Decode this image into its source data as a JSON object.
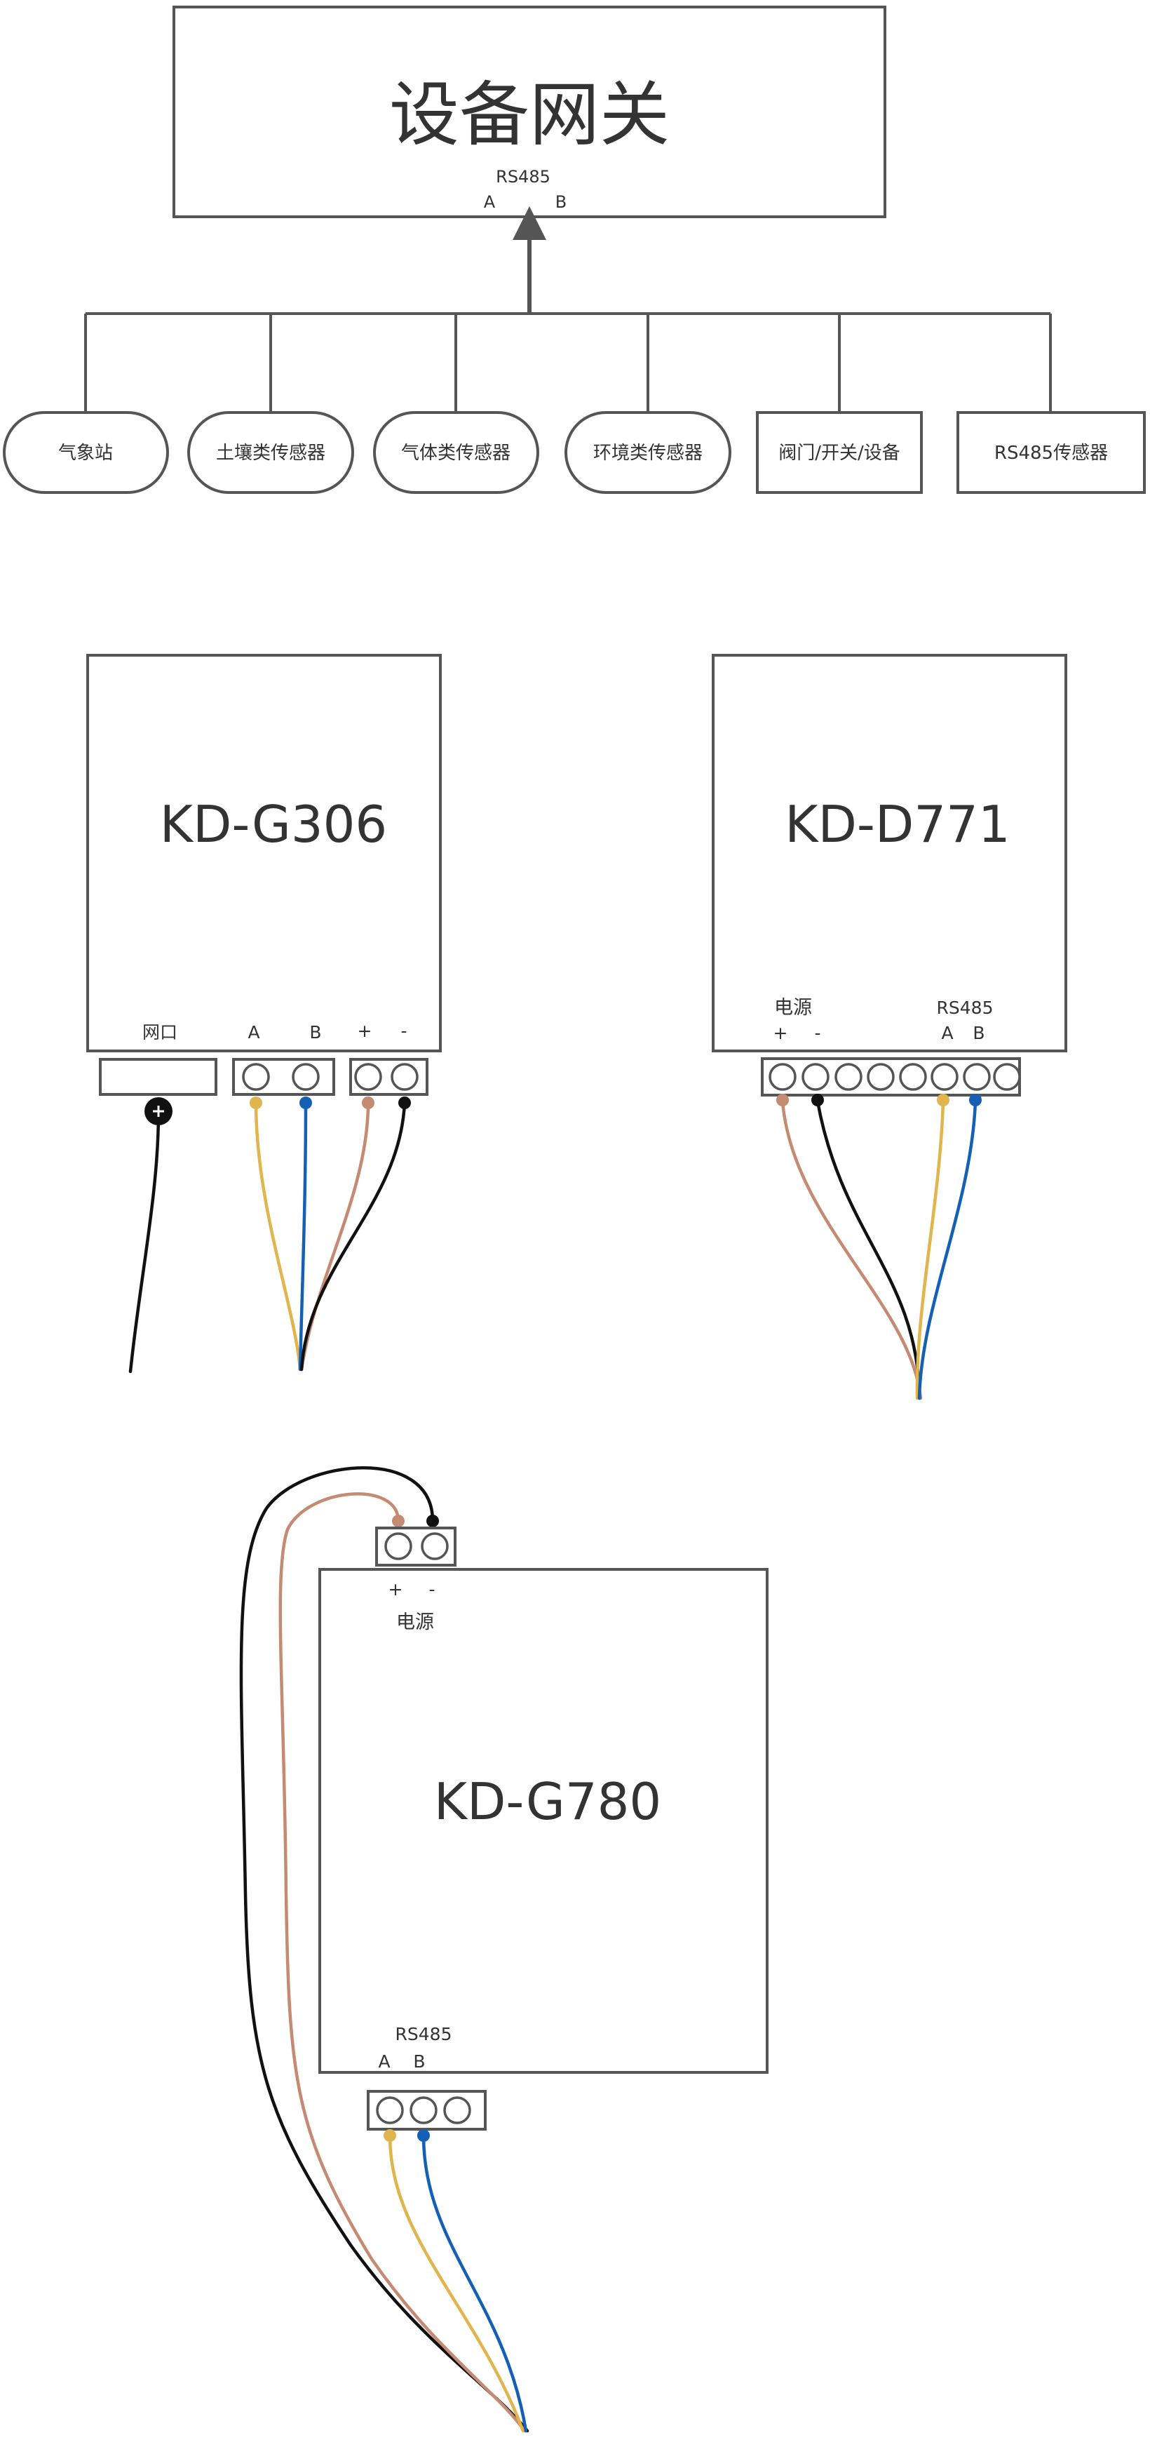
{
  "gateway": {
    "title": "设备网关",
    "port_label": "RS485",
    "pin_a": "A",
    "pin_b": "B"
  },
  "devices": [
    "气象站",
    "土壤类传感器",
    "气体类传感器",
    "环境类传感器",
    "阀门/开关/设备",
    "RS485传感器"
  ],
  "g306": {
    "title": "KD-G306",
    "net_label": "网口",
    "a_label": "A",
    "b_label": "B",
    "plus_label": "+",
    "minus_label": "-"
  },
  "d771": {
    "title": "KD-D771",
    "power_label": "电源",
    "plus_label": "+",
    "minus_label": "-",
    "rs485_label": "RS485",
    "a_label": "A",
    "b_label": "B"
  },
  "g780": {
    "title": "KD-G780",
    "plus_label": "+",
    "minus_label": "-",
    "power_label": "电源",
    "rs485_label": "RS485",
    "a_label": "A",
    "b_label": "B"
  },
  "colors": {
    "line": "#555555",
    "wire_a": "#e0b54e",
    "wire_b": "#1560b4",
    "wire_plus": "#c48a72",
    "wire_minus": "#111111"
  }
}
